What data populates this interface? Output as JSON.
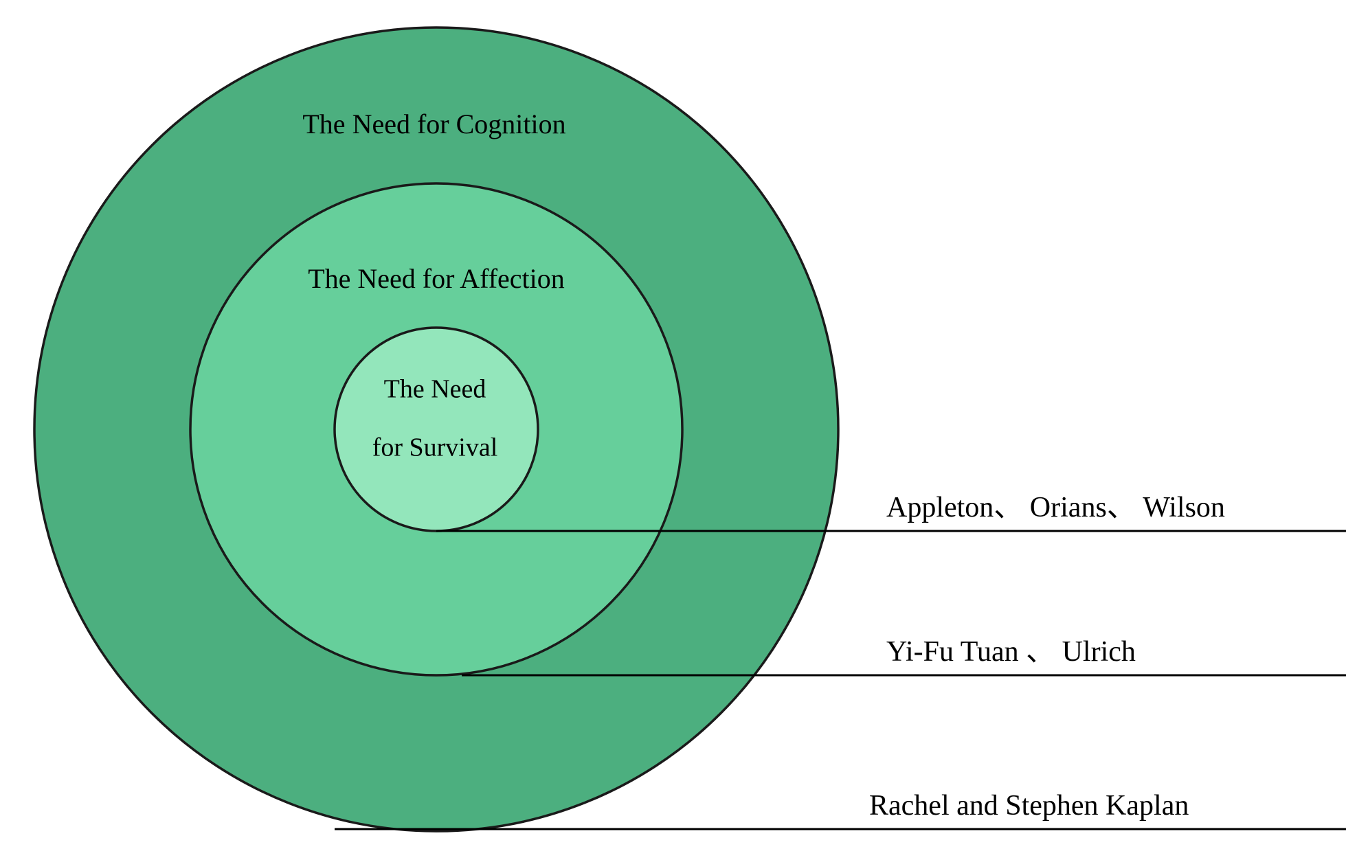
{
  "diagram": {
    "title": "Concentric needs diagram",
    "background_color": "#ffffff",
    "rings": [
      {
        "id": "cognition",
        "label": "The Need for Cognition",
        "fill": "#4CAF7F",
        "stroke": "#1a1a1a",
        "level": "outer"
      },
      {
        "id": "affection",
        "label": "The Need for Affection",
        "fill": "#66CF9B",
        "stroke": "#1a1a1a",
        "level": "middle"
      },
      {
        "id": "survival",
        "label_line1": "The Need",
        "label_line2": "for Survival",
        "fill": "#93E6BB",
        "stroke": "#1a1a1a",
        "level": "inner"
      }
    ],
    "annotations": [
      {
        "id": "survival-scholars",
        "text": "Appleton、 Orians、 Wilson",
        "connects_to": "survival"
      },
      {
        "id": "affection-scholars",
        "text": "Yi-Fu Tuan 、 Ulrich",
        "connects_to": "affection"
      },
      {
        "id": "cognition-scholars",
        "text": "Rachel and Stephen Kaplan",
        "connects_to": "cognition"
      }
    ],
    "leader_line_color": "#000000"
  }
}
